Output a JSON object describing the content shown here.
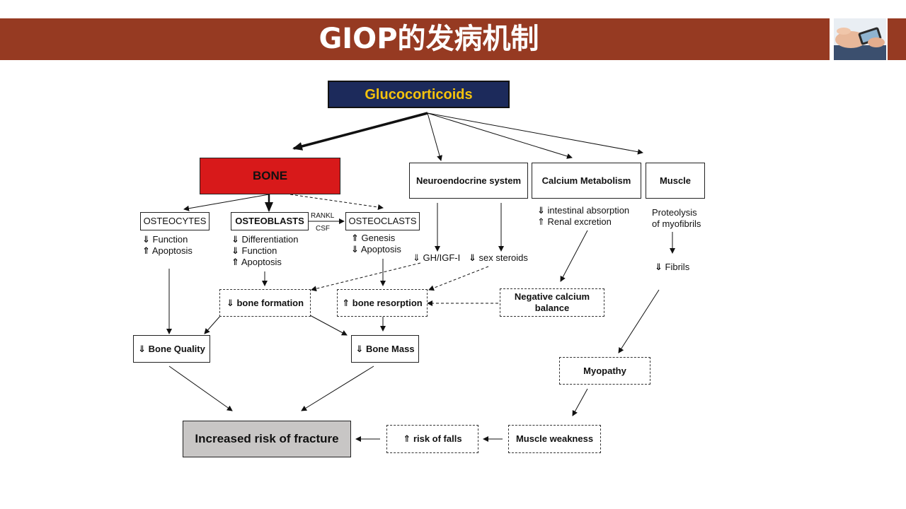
{
  "slide": {
    "title": "GIOP的发病机制"
  },
  "diagram": {
    "root": "Glucocorticoids",
    "bone": "BONE",
    "neuro": "Neuroendocrine system",
    "calcium": "Calcium Metabolism",
    "muscle": "Muscle",
    "osteocytes": {
      "label": "OSTEOCYTES",
      "effects": [
        {
          "arrow": "⇓",
          "text": "Function"
        },
        {
          "arrow": "⇑",
          "text": "Apoptosis"
        }
      ]
    },
    "osteoblasts": {
      "label": "OSTEOBLASTS",
      "effects": [
        {
          "arrow": "⇓",
          "text": "Differentiation"
        },
        {
          "arrow": "⇓",
          "text": "Function"
        },
        {
          "arrow": "⇑",
          "text": "Apoptosis"
        }
      ]
    },
    "osteoclasts": {
      "label": "OSTEOCLASTS",
      "effects": [
        {
          "arrow": "⇑",
          "text": "Genesis"
        },
        {
          "arrow": "⇓",
          "text": "Apoptosis"
        }
      ]
    },
    "rankl": "RANKL",
    "csf": "CSF",
    "gh": {
      "arrow": "⇓",
      "text": "GH/IGF-I"
    },
    "sex": {
      "arrow": "⇓",
      "text": "sex steroids"
    },
    "calcium_effects": [
      {
        "arrow": "⇓",
        "text": "intestinal absorption"
      },
      {
        "arrow": "⇑",
        "text": "Renal excretion"
      }
    ],
    "proteolysis": [
      "Proteolysis",
      "of myofibrils"
    ],
    "fibrils": {
      "arrow": "⇓",
      "text": "Fibrils"
    },
    "bone_formation": {
      "arrow": "⇓",
      "text": "bone formation"
    },
    "bone_resorption": {
      "arrow": "⇑",
      "text": "bone resorption"
    },
    "neg_calcium": [
      "Negative calcium",
      "balance"
    ],
    "bone_quality": {
      "arrow": "⇓",
      "text": "Bone Quality"
    },
    "bone_mass": {
      "arrow": "⇓",
      "text": "Bone Mass"
    },
    "myopathy": "Myopathy",
    "fracture": "Increased risk of fracture",
    "falls": {
      "arrow": "⇑",
      "text": "risk of falls"
    },
    "weakness": "Muscle weakness"
  }
}
